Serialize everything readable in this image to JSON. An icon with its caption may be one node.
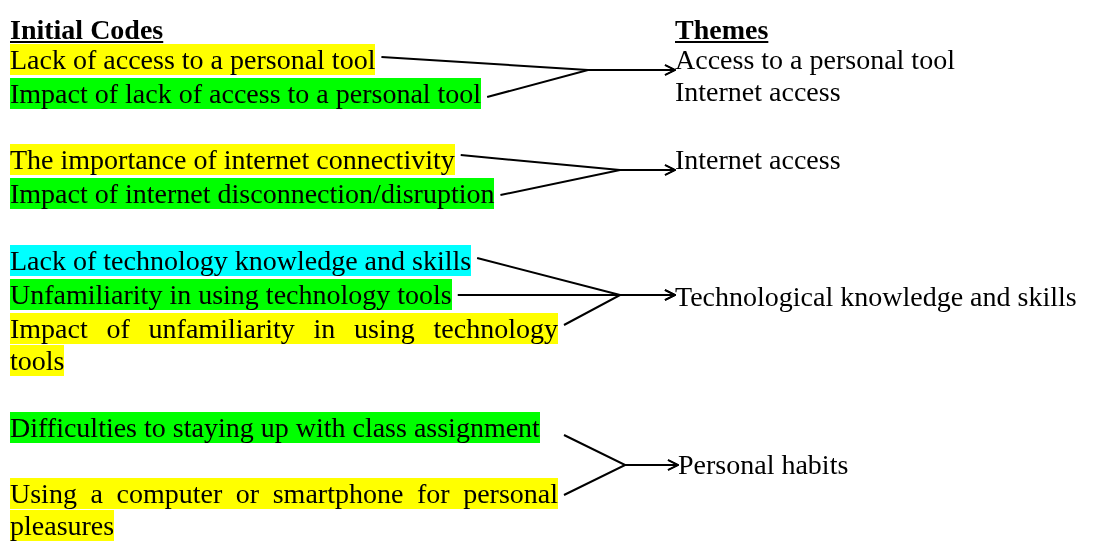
{
  "diagram": {
    "nodes": [
      {
        "text": [
          "Lack of access to a personal tool"
        ]
      },
      {
        "text": [
          "Impact of lack of access to a personal tool"
        ]
      },
      {
        "text": [
          "Access to a personal tool",
          "Internet access"
        ]
      },
      {
        "text": [
          "The importance of internet connectivity"
        ]
      },
      {
        "text": [
          "Impact of internet disconnection/disruption"
        ]
      },
      {
        "text": [
          "Internet access"
        ]
      },
      {
        "text": [
          "Lack of technology knowledge and skills"
        ]
      },
      {
        "text": [
          "Unfamiliarity in using technology tools"
        ]
      },
      {
        "text": [
          "Impact of unfamiliarity in using technology tools"
        ]
      },
      {
        "text": [
          "Technological knowledge and skills"
        ]
      },
      {
        "text": [
          "Difficulties to staying up with class assignment"
        ]
      },
      {
        "text": [
          "Using a computer or smartphone for personal pleasures"
        ]
      },
      {
        "text": [
          "Personal habits"
        ]
      }
    ],
    "edges": [
      {
        "from": 0,
        "to": 2,
        "arrow": "to"
      },
      {
        "from": 1,
        "to": 2,
        "arrow": "to"
      },
      {
        "from": 3,
        "to": 5,
        "arrow": "to"
      },
      {
        "from": 4,
        "to": 5,
        "arrow": "to"
      },
      {
        "from": 6,
        "to": 9,
        "arrow": "to"
      },
      {
        "from": 7,
        "to": 9,
        "arrow": "to"
      },
      {
        "from": 8,
        "to": 9,
        "arrow": "to"
      },
      {
        "from": 10,
        "to": 12,
        "arrow": "to"
      },
      {
        "from": 11,
        "to": 12,
        "arrow": "to"
      }
    ],
    "labels": [
      "Initial Codes",
      "Themes"
    ]
  }
}
